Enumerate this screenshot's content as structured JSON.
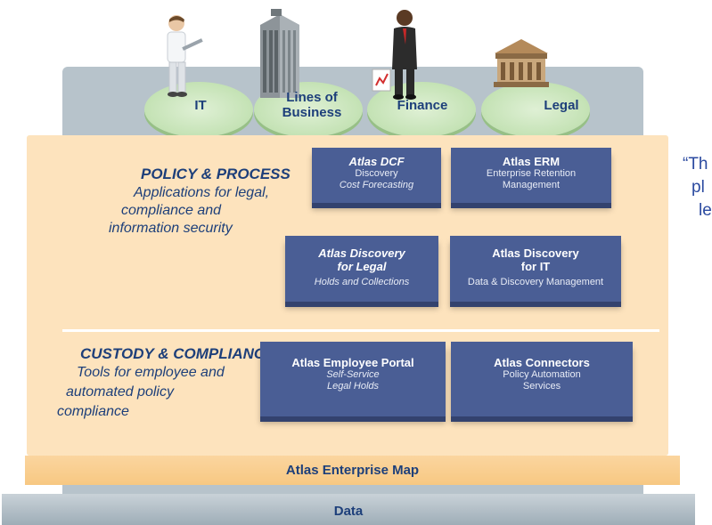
{
  "stakeholders": [
    {
      "label": "IT",
      "icon": "person-laptop-icon"
    },
    {
      "label": "Lines of\nBusiness",
      "icon": "office-building-icon"
    },
    {
      "label": "Finance",
      "icon": "businessman-chart-icon"
    },
    {
      "label": "Legal",
      "icon": "courthouse-icon"
    }
  ],
  "policy": {
    "title": "POLICY & PROCESS",
    "lines": [
      "Applications for legal,",
      "compliance and",
      "information security"
    ]
  },
  "custody": {
    "title": "CUSTODY & COMPLIANCE",
    "lines": [
      "Tools for employee and",
      "automated policy",
      "compliance"
    ]
  },
  "boxes": {
    "dcf": {
      "title": "Atlas DCF",
      "sub1": "Discovery",
      "sub2": "Cost Forecasting"
    },
    "erm": {
      "title": "Atlas ERM",
      "sub1": "Enterprise Retention",
      "sub2": "Management"
    },
    "legal": {
      "title1": "Atlas Discovery",
      "title2": "for Legal",
      "sub1": "Holds and Collections"
    },
    "it": {
      "title1": "Atlas Discovery",
      "title2": "for IT",
      "sub1": "Data & Discovery Management"
    },
    "portal": {
      "title": "Atlas Employee Portal",
      "sub1": "Self-Service",
      "sub2": "Legal Holds"
    },
    "connectors": {
      "title": "Atlas Connectors",
      "sub1": "Policy Automation",
      "sub2": "Services"
    }
  },
  "layers": {
    "map": "Atlas Enterprise Map",
    "data": "Data"
  },
  "quote_fragments": [
    "“Th",
    "pl",
    "le"
  ],
  "colors": {
    "navy_text": "#1d3f7a",
    "box_fill": "#4a5e95",
    "orange_plane": "#fde3bd",
    "disc_green": "#b8dca6",
    "platform_gray": "#b7c3cb"
  }
}
